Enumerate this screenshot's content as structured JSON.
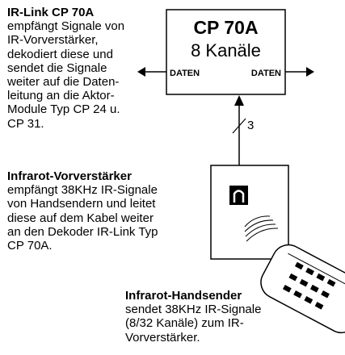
{
  "decoder": {
    "title": "CP 70A",
    "subtitle": "8 Kanäle",
    "port_left": "DATEN",
    "port_right": "DATEN"
  },
  "cable": {
    "wire_count": "3"
  },
  "irlink": {
    "heading": "IR-Link CP 70A",
    "body": "empfängt Signale von\nIR-Vorverstärker,\ndekodiert diese und\nsendet die Signale\nweiter auf die Daten-\nleitung an die Aktor-\nModule Typ CP 24 u.\nCP 31."
  },
  "preamp": {
    "heading": "Infrarot-Vorverstärker",
    "body": "empfängt 38KHz IR-Signale\nvon Handsendern und leitet\ndiese auf dem Kabel weiter\nan den Dekoder IR-Link Typ\nCP 70A."
  },
  "handsender": {
    "heading": "Infrarot-Handsender",
    "body": "sendet 38KHz IR-Signale\n(8/32 Kanäle) zum IR-\nVorverstärker."
  }
}
